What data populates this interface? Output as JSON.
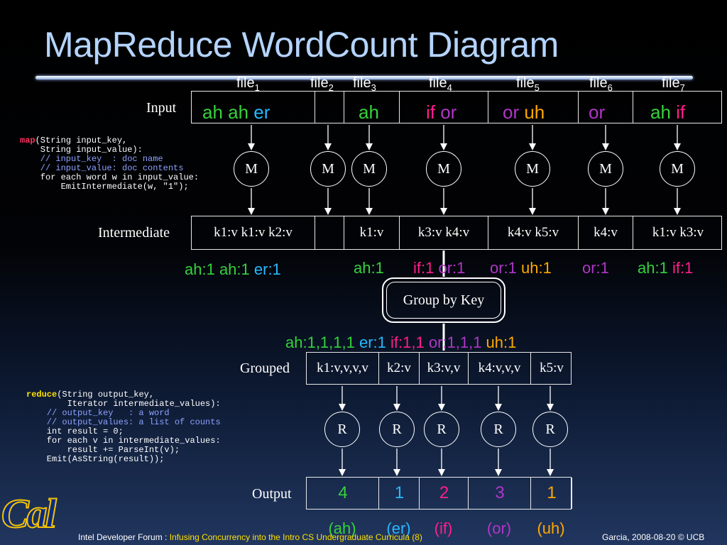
{
  "title": "MapReduce WordCount Diagram",
  "labels": {
    "input": "Input",
    "intermediate": "Intermediate",
    "grouped": "Grouped",
    "output": "Output"
  },
  "files": [
    {
      "base": "file",
      "sub": "1"
    },
    {
      "base": "file",
      "sub": "2"
    },
    {
      "base": "file",
      "sub": "3"
    },
    {
      "base": "file",
      "sub": "4"
    },
    {
      "base": "file",
      "sub": "5"
    },
    {
      "base": "file",
      "sub": "6"
    },
    {
      "base": "file",
      "sub": "7"
    }
  ],
  "input_words": [
    [
      {
        "t": "ah",
        "c": "green"
      },
      {
        "t": "ah",
        "c": "green"
      },
      {
        "t": "er",
        "c": "cyan"
      }
    ],
    [],
    [
      {
        "t": "ah",
        "c": "green"
      }
    ],
    [
      {
        "t": "if",
        "c": "pink"
      },
      {
        "t": "or",
        "c": "purple"
      }
    ],
    [
      {
        "t": "or",
        "c": "purple"
      },
      {
        "t": "uh",
        "c": "orange"
      }
    ],
    [
      {
        "t": "or",
        "c": "purple"
      }
    ],
    [
      {
        "t": "ah",
        "c": "green"
      },
      {
        "t": "if",
        "c": "pink"
      }
    ]
  ],
  "map_node": "M",
  "reduce_node": "R",
  "intermediate_cells": [
    "k1:v k1:v k2:v",
    "",
    "k1:v",
    "k3:v k4:v",
    "k4:v k5:v",
    "k4:v",
    "k1:v k3:v"
  ],
  "intermediate_pairs": [
    [
      {
        "t": "ah:1",
        "c": "green"
      },
      {
        "t": "ah:1",
        "c": "green"
      },
      {
        "t": "er:1",
        "c": "cyan"
      }
    ],
    [
      {
        "t": "ah:1",
        "c": "green"
      }
    ],
    [
      {
        "t": "if:1",
        "c": "pink"
      },
      {
        "t": "or:1",
        "c": "purple"
      }
    ],
    [
      {
        "t": "or:1",
        "c": "purple"
      },
      {
        "t": "uh:1",
        "c": "orange"
      }
    ],
    [
      {
        "t": "or:1",
        "c": "purple"
      }
    ],
    [
      {
        "t": "ah:1",
        "c": "green"
      },
      {
        "t": "if:1",
        "c": "pink"
      }
    ]
  ],
  "group_by_key": "Group by Key",
  "grouped_pairs": [
    {
      "t": "ah:1,1,1,1",
      "c": "green"
    },
    {
      "t": "er:1",
      "c": "cyan"
    },
    {
      "t": "if:1,1",
      "c": "pink"
    },
    {
      "t": "or:1,1,1",
      "c": "purple"
    },
    {
      "t": "uh:1",
      "c": "orange"
    }
  ],
  "grouped_cells": [
    "k1:v,v,v,v",
    "k2:v",
    "k3:v,v",
    "k4:v,v,v",
    "k5:v"
  ],
  "output_counts": [
    {
      "t": "4",
      "c": "green"
    },
    {
      "t": "1",
      "c": "cyan"
    },
    {
      "t": "2",
      "c": "pink"
    },
    {
      "t": "3",
      "c": "purple"
    },
    {
      "t": "1",
      "c": "orange"
    }
  ],
  "output_words": [
    {
      "t": "(ah)",
      "c": "green"
    },
    {
      "t": "(er)",
      "c": "cyan"
    },
    {
      "t": "(if)",
      "c": "pink"
    },
    {
      "t": "(or)",
      "c": "purple"
    },
    {
      "t": "(uh)",
      "c": "orange"
    }
  ],
  "map_code": [
    [
      {
        "t": "map",
        "c": "kw"
      },
      {
        "t": "(String input_key,",
        "c": ""
      }
    ],
    [
      {
        "t": "    String input_value):",
        "c": ""
      }
    ],
    [
      {
        "t": "    // input_key  : doc name",
        "c": "cm"
      }
    ],
    [
      {
        "t": "    // input_value: doc contents",
        "c": "cm"
      }
    ],
    [
      {
        "t": "    for each word w in input_value:",
        "c": ""
      }
    ],
    [
      {
        "t": "        EmitIntermediate(w, \"1\");",
        "c": ""
      }
    ]
  ],
  "reduce_code": [
    [
      {
        "t": "reduce",
        "c": "kwy"
      },
      {
        "t": "(String output_key,",
        "c": ""
      }
    ],
    [
      {
        "t": "        Iterator intermediate_values):",
        "c": ""
      }
    ],
    [
      {
        "t": "    // output_key   : a word",
        "c": "cm"
      }
    ],
    [
      {
        "t": "    // output_values: a list of counts",
        "c": "cm"
      }
    ],
    [
      {
        "t": "    int result = 0;",
        "c": ""
      }
    ],
    [
      {
        "t": "    for each v in intermediate_values:",
        "c": ""
      }
    ],
    [
      {
        "t": "        result += ParseInt(v);",
        "c": ""
      }
    ],
    [
      {
        "t": "    Emit(AsString(result));",
        "c": ""
      }
    ]
  ],
  "footer": {
    "left": "Intel Developer Forum  :  ",
    "talk": "Infusing Concurrency into the Intro CS Undergraduate Curricula (8)",
    "right": "Garcia, 2008-08-20 © UCB"
  },
  "logo_text": "Cal",
  "colors": {
    "green": "#35d23c",
    "cyan": "#27b8ff",
    "pink": "#ff1e8c",
    "purple": "#b135c8",
    "orange": "#ffa800",
    "title": "#b4d4ff"
  }
}
